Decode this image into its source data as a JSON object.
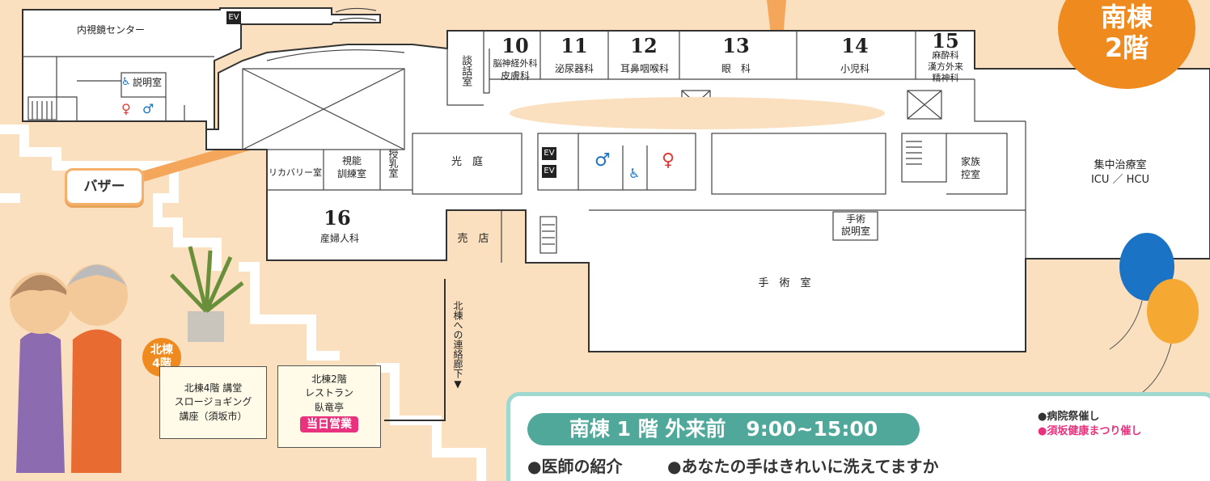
{
  "colors": {
    "background": "#fbe0bf",
    "walkway": "#ffffff",
    "accent_orange": "#ef8a1f",
    "pink": "#e8327e",
    "teal": "#4fa89a",
    "panel_border": "#9fd8cf"
  },
  "building_badge": {
    "line1": "南棟",
    "line2": "2階"
  },
  "north_building_badge": {
    "line1": "北棟",
    "line2": "4階"
  },
  "rooms": {
    "endoscopy": "内視鏡センター",
    "explanation_room": "説明室",
    "ev": "EV",
    "danwa": "談話室",
    "neuro_num": "10",
    "neuro_a": "脳神経外科",
    "neuro_b": "皮膚科",
    "uro_num": "11",
    "uro": "泌尿器科",
    "ent_num": "12",
    "ent": "耳鼻咽喉科",
    "eye_num": "13",
    "eye": "眼　科",
    "peds_num": "14",
    "peds": "小児科",
    "anes_num": "15",
    "anes_a": "麻酔科",
    "anes_b": "漢方外来",
    "anes_c": "精神科",
    "recovery": "リカバリー室",
    "visual_a": "視能",
    "visual_b": "訓練室",
    "nursing": "授乳室",
    "courtyard": "光　庭",
    "ob_num": "16",
    "ob": "産婦人科",
    "shop": "売　店",
    "family_a": "家族",
    "family_b": "控室",
    "icu_a": "集中治療室",
    "icu_b": "ICU ／ HCU",
    "surg_exp_a": "手術",
    "surg_exp_b": "説明室",
    "or": "手　術　室",
    "corridor": "北棟への連絡廊下▼"
  },
  "bazaar": "バザー",
  "north4": {
    "line1": "北棟4階 講堂",
    "line2": "スロージョギング",
    "line3": "講座（須坂市）"
  },
  "north2": {
    "line1": "北棟2階",
    "line2": "レストラン",
    "line3": "臥竜亭",
    "badge": "当日営業"
  },
  "panel": {
    "title": "南棟 1 階 外来前　9:00~15:00",
    "legend_a": "●病院祭催し",
    "legend_b": "●須坂健康まつり催し",
    "item1": "●医師の紹介",
    "item2": "●あなたの手はきれいに洗えてますか"
  }
}
